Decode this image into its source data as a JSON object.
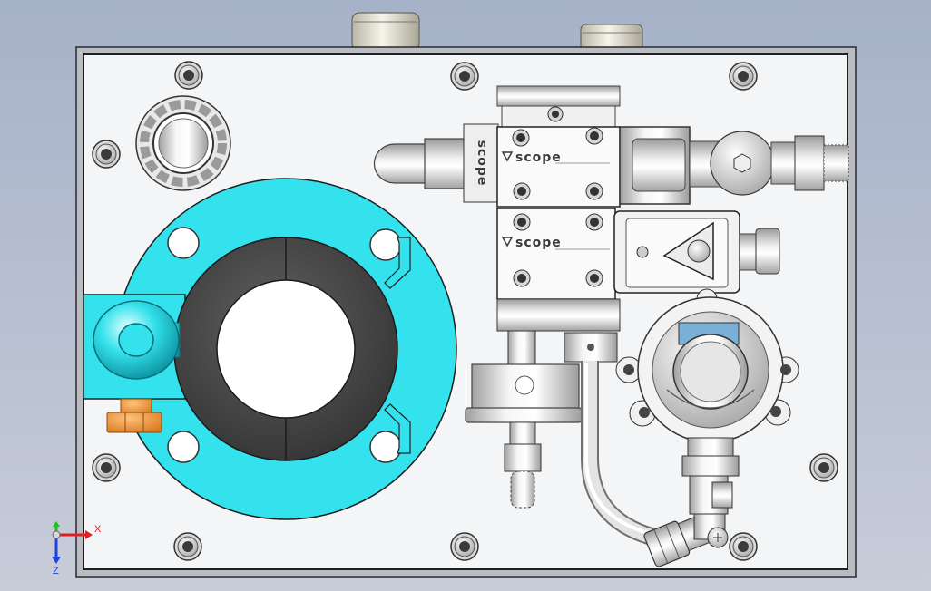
{
  "view": {
    "colors": {
      "background_top": "#a6b2c8",
      "background_bottom": "#c7ccd9",
      "plate": "#f4f5f6",
      "flange_cyan": "#33e2ec",
      "ring_dark": "#4a4a4a",
      "nut_orange": "#ef9a3c",
      "window_blue": "#7ab0d8",
      "axis_x": "#e02020",
      "axis_y": "#20c020",
      "axis_z": "#2040e0"
    }
  },
  "valve": {
    "side_label": "scope",
    "upper_label": "scope",
    "lower_label": "scope"
  },
  "triad": {
    "x_label": "X",
    "z_label": "Z"
  },
  "icons": [
    "coordinate-triad-icon",
    "valve-logo-triangle-icon"
  ]
}
